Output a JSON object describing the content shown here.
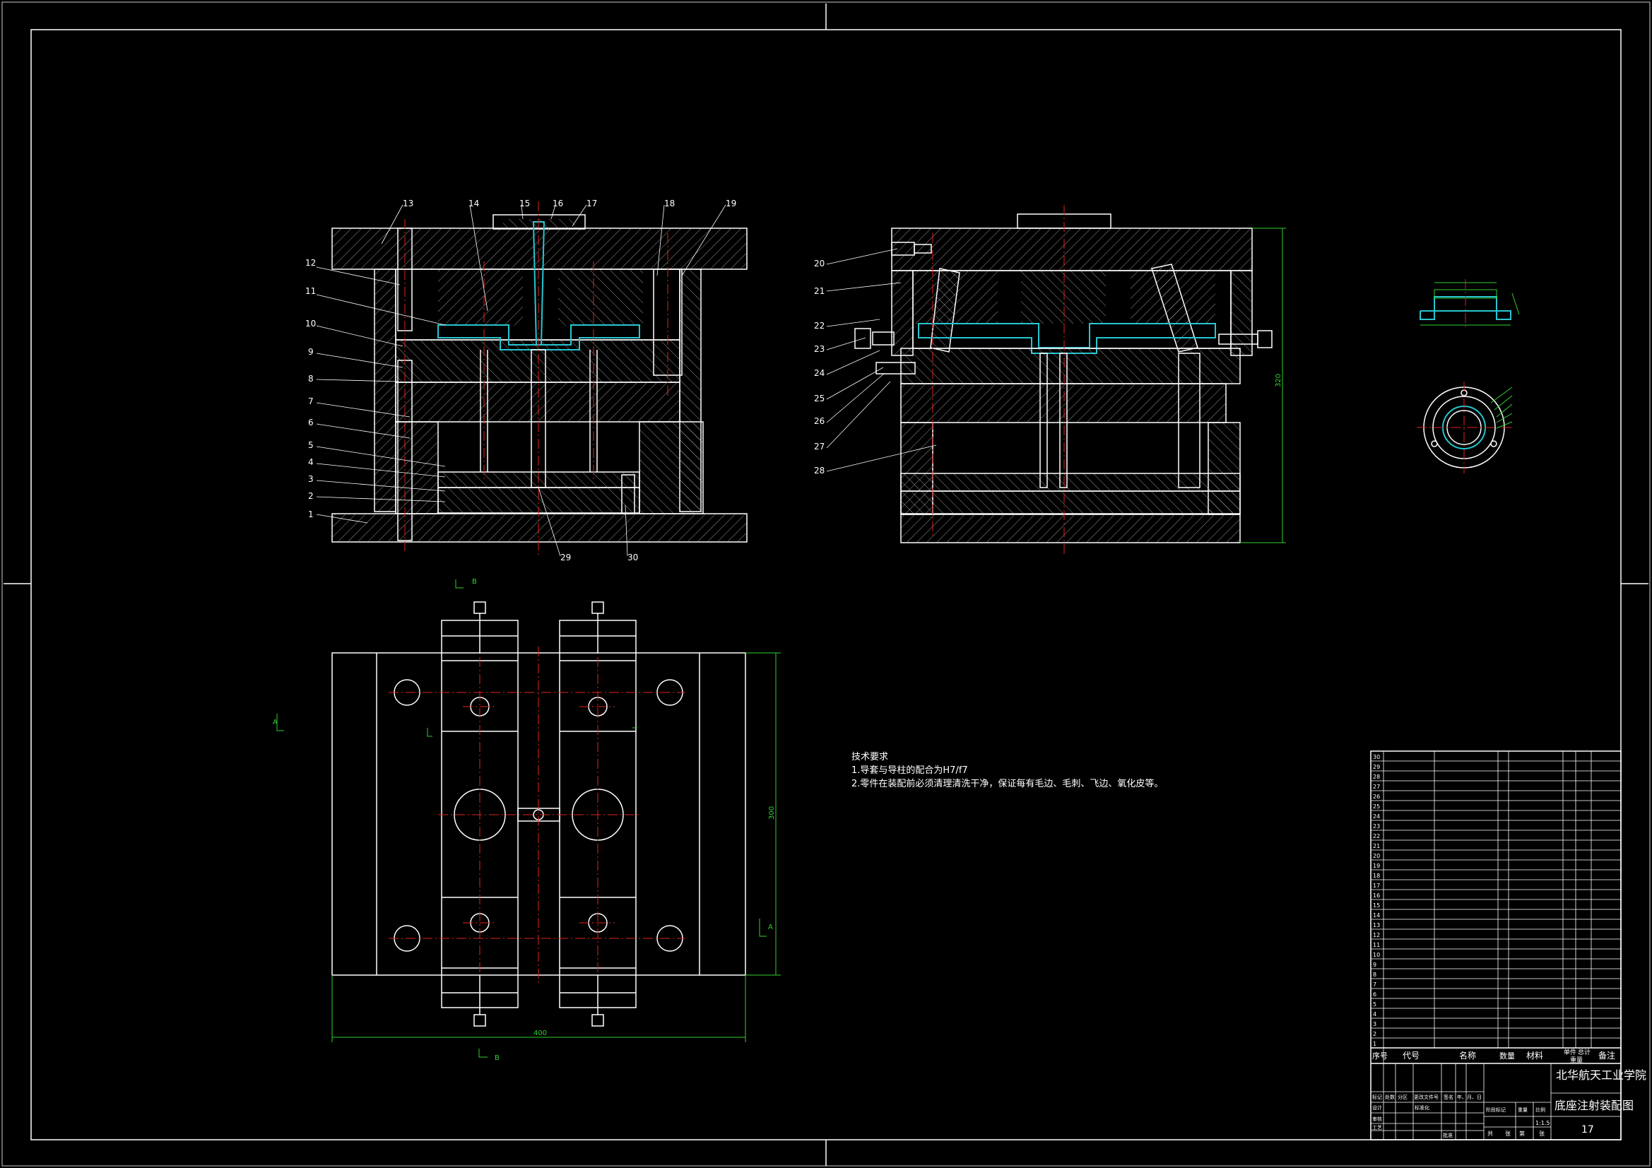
{
  "notes": {
    "heading": "技术要求",
    "line1": "1.导套与导柱的配合为H7/f7",
    "line2": "2.零件在装配前必须清理清洗干净，保证每有毛边、毛刺、飞边、氧化皮等。"
  },
  "part_numbers_left": [
    "13",
    "14",
    "15",
    "16",
    "17",
    "18",
    "19",
    "12",
    "11",
    "10",
    "9",
    "8",
    "7",
    "6",
    "5",
    "4",
    "3",
    "2",
    "1",
    "29",
    "30"
  ],
  "part_numbers_right": [
    "20",
    "21",
    "22",
    "23",
    "24",
    "25",
    "26",
    "27",
    "28"
  ],
  "dimensions": {
    "plan_width": "400",
    "plan_height": "300",
    "side_height": "320"
  },
  "section_labels": [
    "B",
    "B",
    "A",
    "A"
  ],
  "title_block": {
    "school": "北华航天工业学院",
    "drawing_title": "底座注射装配图",
    "sheet_no": "17",
    "scale": "1:1.5",
    "headers": [
      "序号",
      "代号",
      "名称",
      "数量",
      "材料",
      "单件",
      "总计",
      "备注"
    ],
    "headers_sub": "重量",
    "sign_labels": [
      "标记",
      "处数",
      "分区",
      "更改文件号",
      "签名",
      "年、月、日"
    ],
    "design_labels": [
      "设计",
      "审核",
      "工艺",
      "批准",
      "标准化",
      "阶段标记",
      "重量",
      "比例"
    ],
    "sheet_labels": [
      "共",
      "张",
      "第",
      "张"
    ]
  },
  "bom_rows": [
    "30",
    "29",
    "28",
    "27",
    "26",
    "25",
    "24",
    "23",
    "22",
    "21",
    "20",
    "19",
    "18",
    "17",
    "16",
    "15",
    "14",
    "13",
    "12",
    "11",
    "10",
    "9",
    "8",
    "7",
    "6",
    "5",
    "4",
    "3",
    "2",
    "1"
  ],
  "colors": {
    "background": "#000000",
    "lines": "#ffffff",
    "centerlines": "#e0231e",
    "dimensions": "#2fd12f",
    "part": "#27c6d0"
  }
}
